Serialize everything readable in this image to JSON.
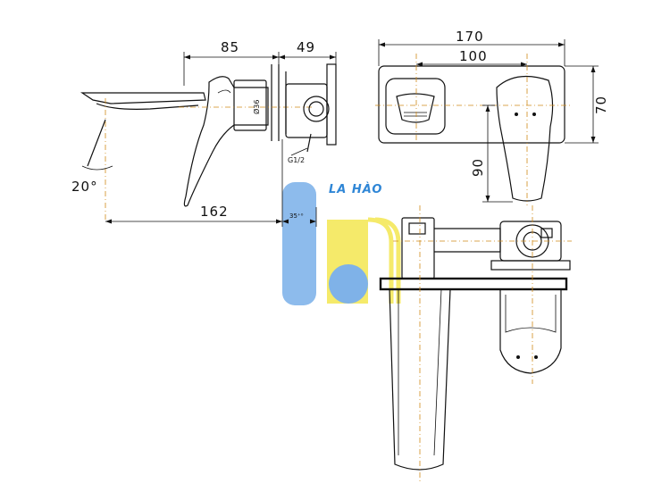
{
  "dimensions": {
    "d85": "85",
    "d49": "49",
    "d170": "170",
    "d100": "100",
    "d70": "70",
    "d90": "90",
    "d162": "162",
    "angle": "20°",
    "pipe": "G1/2",
    "dia": "Ø36",
    "depth": "35⁺⁰"
  },
  "watermark": {
    "text": "LA HÀO",
    "colors": {
      "blue": "#7fb2e8",
      "yellow": "#f5ea6a",
      "text": "#2f86d6"
    }
  }
}
